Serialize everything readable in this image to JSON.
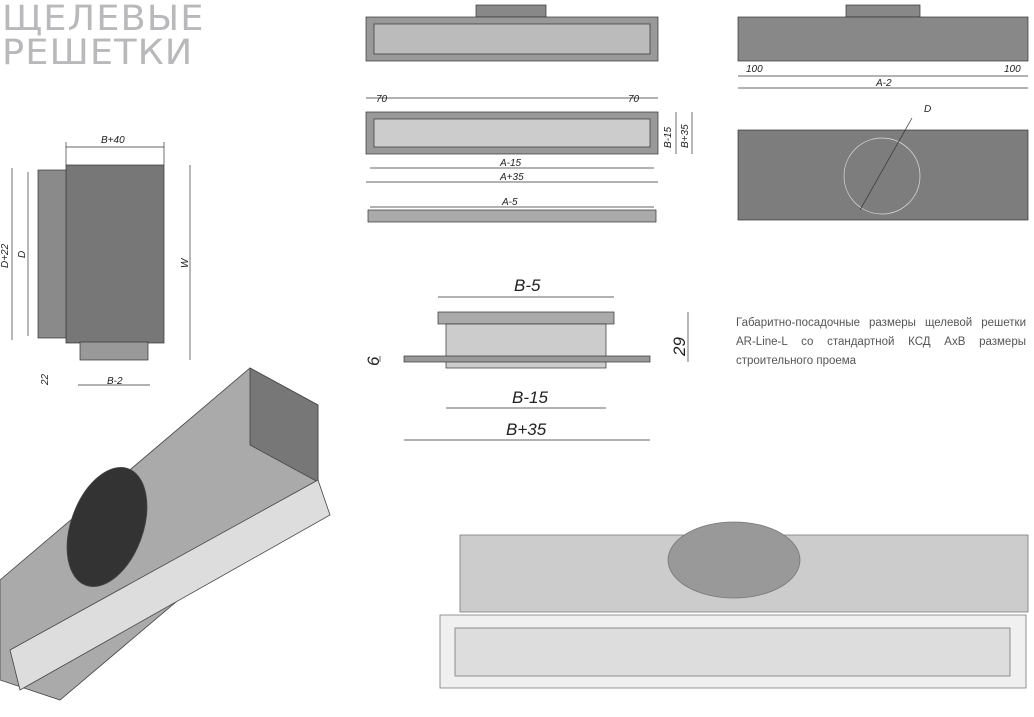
{
  "title": {
    "line1": "ЩЕЛЕВЫЕ",
    "line2": "РЕШЕТКИ"
  },
  "caption": "Габаритно-посадочные размеры щелевой решетки AR-Line-L со стандартной КСД АхВ размеры строительного проема",
  "side_view": {
    "b40": "B+40",
    "d22": "D+22",
    "d": "D",
    "w": "W",
    "h22": "22",
    "b2": "B-2"
  },
  "top_view": {
    "left70": "70",
    "right70": "70",
    "a15": "A-15",
    "a35": "A+35",
    "b15": "B-15",
    "b35": "B+35",
    "a5": "A-5"
  },
  "section": {
    "b5": "B-5",
    "h29": "29",
    "h6": "6",
    "b15": "B-15",
    "b35": "B+35"
  },
  "box_view": {
    "left100": "100",
    "right100": "100",
    "a2": "A-2",
    "d": "D"
  }
}
